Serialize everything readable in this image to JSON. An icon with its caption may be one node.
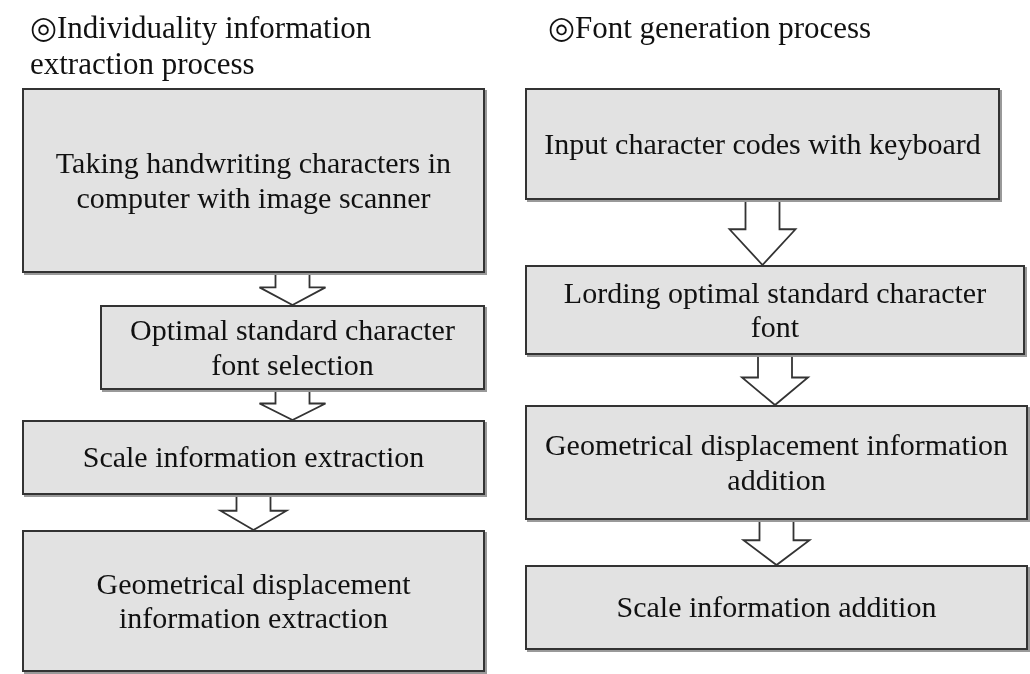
{
  "diagram": {
    "nodes": [
      {
        "text": [
          "Taking handwriting characters in computer with image scanner"
        ]
      },
      {
        "text": [
          "Optimal standard character font selection"
        ]
      },
      {
        "text": [
          "Scale information extraction"
        ]
      },
      {
        "text": [
          "Geometrical displacement information extraction"
        ]
      },
      {
        "text": [
          "Input character codes with keyboard"
        ]
      },
      {
        "text": [
          "Lording optimal standard character font"
        ]
      },
      {
        "text": [
          "Geometrical displacement information addition"
        ]
      },
      {
        "text": [
          "Scale information addition"
        ]
      }
    ],
    "edges": [
      {
        "from": 0,
        "to": 1,
        "arrow": "to"
      },
      {
        "from": 1,
        "to": 2,
        "arrow": "to"
      },
      {
        "from": 2,
        "to": 3,
        "arrow": "to"
      },
      {
        "from": 4,
        "to": 5,
        "arrow": "to"
      },
      {
        "from": 5,
        "to": 6,
        "arrow": "to"
      },
      {
        "from": 6,
        "to": 7,
        "arrow": "to"
      }
    ],
    "labels": [
      "◎Individuality information extraction process",
      "◎Font generation process"
    ]
  }
}
